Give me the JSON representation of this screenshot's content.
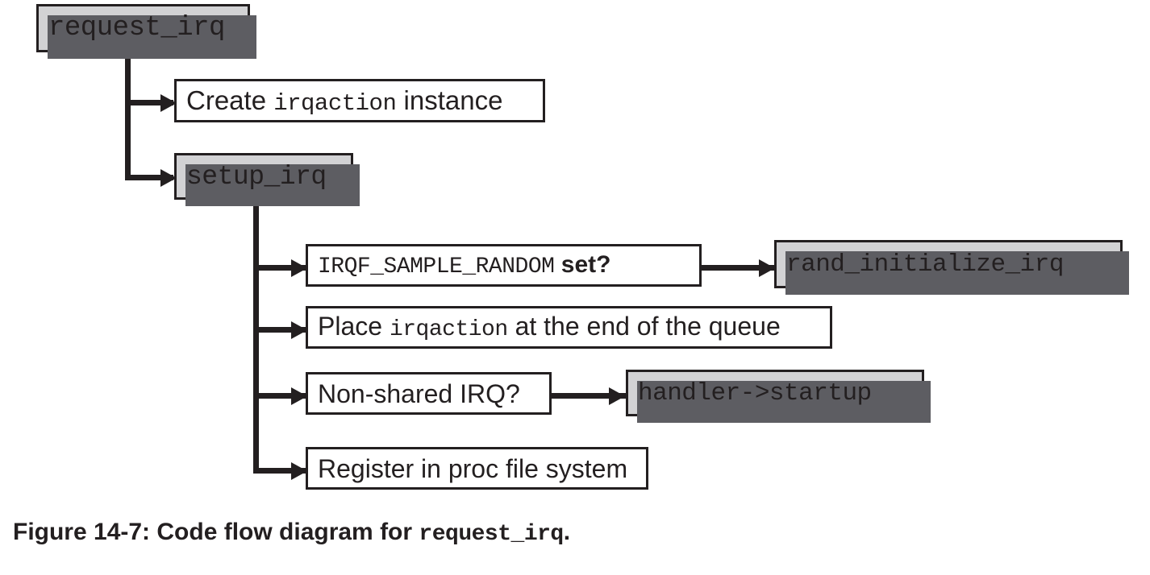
{
  "figure": {
    "caption_prefix": "Figure 14-7: Code flow diagram for ",
    "caption_code": "request_irq",
    "caption_suffix": ".",
    "number": "14-7"
  },
  "colors": {
    "ink": "#231f20",
    "shaded_fill": "#d2d2d4",
    "shadow": "#5d5d62",
    "plain_fill": "#ffffff",
    "background": "#ffffff"
  },
  "diagram": {
    "type": "code-flow-diagram",
    "root": "request_irq",
    "nodes": [
      {
        "id": "request_irq",
        "style": "shaded",
        "parts": [
          {
            "text": "request_irq",
            "font": "mono"
          }
        ]
      },
      {
        "id": "create_irqaction",
        "style": "plain",
        "parts": [
          {
            "text": "Create ",
            "font": "sans"
          },
          {
            "text": "irqaction",
            "font": "mono"
          },
          {
            "text": " instance",
            "font": "sans"
          }
        ]
      },
      {
        "id": "setup_irq",
        "style": "shaded",
        "parts": [
          {
            "text": "setup_irq",
            "font": "mono"
          }
        ]
      },
      {
        "id": "sample_random",
        "style": "plain",
        "parts": [
          {
            "text": "IRQF_SAMPLE_RANDOM",
            "font": "mono"
          },
          {
            "text": " set?",
            "font": "sans"
          }
        ]
      },
      {
        "id": "rand_initialize_irq",
        "style": "shaded",
        "parts": [
          {
            "text": "rand_initialize_irq",
            "font": "mono"
          }
        ]
      },
      {
        "id": "place_irqaction",
        "style": "plain",
        "parts": [
          {
            "text": "Place ",
            "font": "sans"
          },
          {
            "text": "irqaction",
            "font": "mono"
          },
          {
            "text": " at the end of the queue",
            "font": "sans"
          }
        ]
      },
      {
        "id": "non_shared_irq",
        "style": "plain",
        "parts": [
          {
            "text": "Non-shared IRQ?",
            "font": "sans"
          }
        ]
      },
      {
        "id": "handler_startup",
        "style": "shaded",
        "parts": [
          {
            "text": "handler->startup",
            "font": "mono"
          }
        ]
      },
      {
        "id": "register_proc",
        "style": "plain",
        "parts": [
          {
            "text": "Register in proc file system",
            "font": "sans"
          }
        ]
      }
    ],
    "edges": [
      {
        "from": "request_irq",
        "to": "create_irqaction"
      },
      {
        "from": "request_irq",
        "to": "setup_irq"
      },
      {
        "from": "setup_irq",
        "to": "sample_random"
      },
      {
        "from": "sample_random",
        "to": "rand_initialize_irq"
      },
      {
        "from": "setup_irq",
        "to": "place_irqaction"
      },
      {
        "from": "setup_irq",
        "to": "non_shared_irq"
      },
      {
        "from": "non_shared_irq",
        "to": "handler_startup"
      },
      {
        "from": "setup_irq",
        "to": "register_proc"
      }
    ]
  }
}
